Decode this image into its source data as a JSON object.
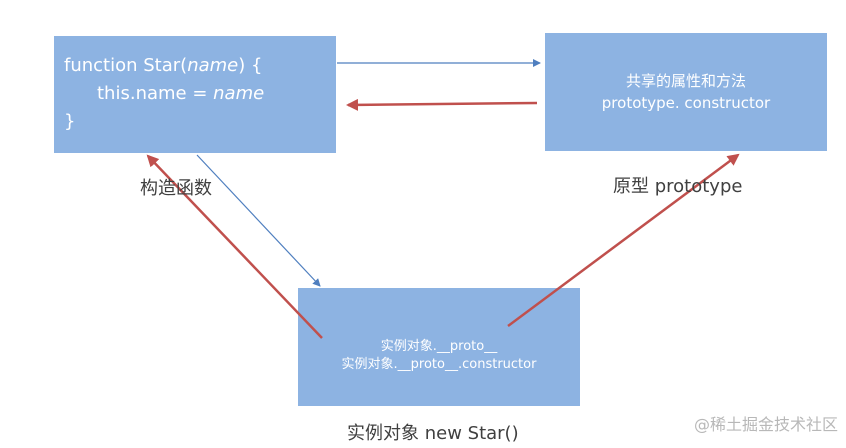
{
  "constructor_box": {
    "line1_prefix": "function Star(",
    "line1_param": "name",
    "line1_suffix": ") {",
    "line2_prefix": "this.name = ",
    "line2_value": "name",
    "line3": "}"
  },
  "prototype_box": {
    "line1": "共享的属性和方法",
    "line2": "prototype. constructor"
  },
  "instance_box": {
    "line1": "实例对象.__proto__",
    "line2": "实例对象.__proto__.constructor"
  },
  "captions": {
    "constructor": "构造函数",
    "prototype": "原型 prototype",
    "instance": "实例对象 new Star()"
  },
  "watermark": "@稀土掘金技术社区",
  "colors": {
    "box": "#8db3e2",
    "blue_arrow": "#4f7fbf",
    "red_arrow": "#c0504d"
  }
}
